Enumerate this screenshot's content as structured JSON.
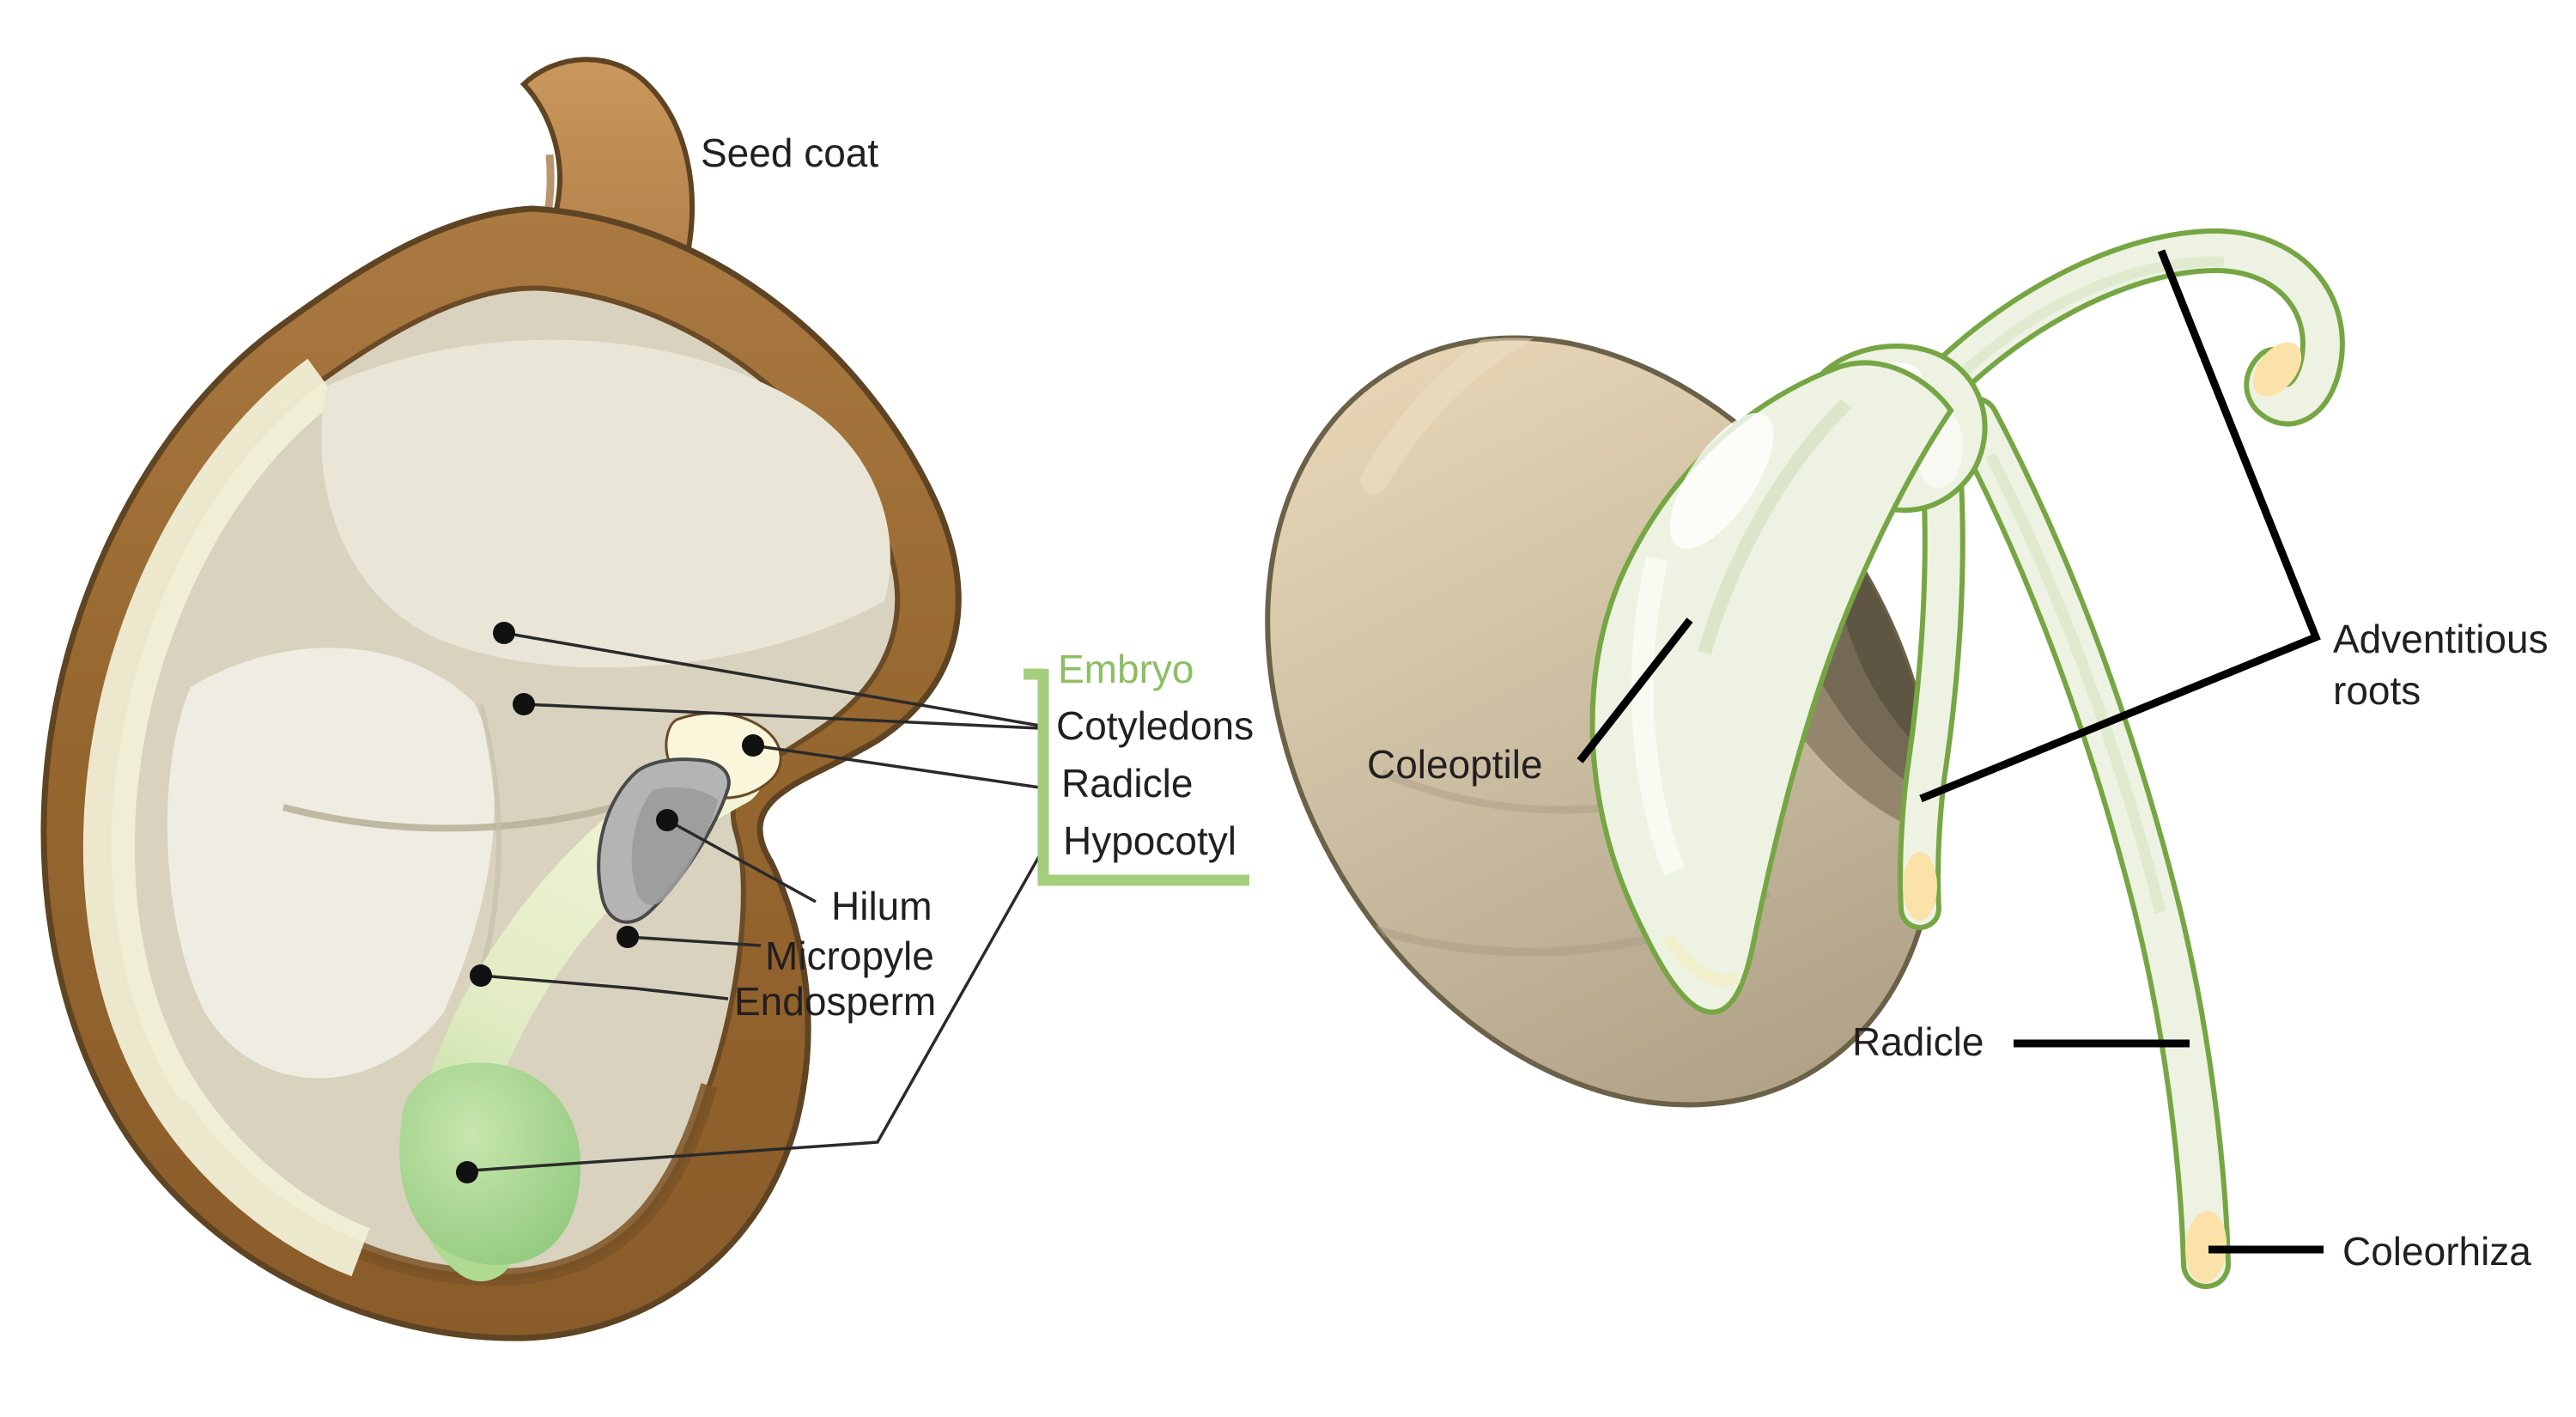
{
  "left_diagram": {
    "seed_coat_label": "Seed coat",
    "embryo_label": "Embryo",
    "cotyledons_label": "Cotyledons",
    "radicle_label": "Radicle",
    "hypocotyl_label": "Hypocotyl",
    "hilum_label": "Hilum",
    "micropyle_label": "Micropyle",
    "endosperm_label": "Endosperm"
  },
  "right_diagram": {
    "coleoptile_label": "Coleoptile",
    "adventitious_roots_label_line1": "Adventitious",
    "adventitious_roots_label_line2": "roots",
    "radicle_label": "Radicle",
    "coleorhiza_label": "Coleorhiza"
  },
  "colors": {
    "background": "#ffffff",
    "label_text": "#231f20",
    "embryo_label_green": "#8cbe63",
    "embryo_bracket_green": "#a3ce7c",
    "leader_line_dark": "#2a2a2a",
    "leader_line_black": "#000000",
    "seed_coat_brown": "#96672f",
    "seed_coat_outline": "#5f4423",
    "seed_flap_light_brown": "#c9965b",
    "cotyledon_beige": "#d8d2be",
    "cotyledon_light": "#e9e6d8",
    "endosperm_pale": "#f1efd6",
    "embryo_axis_green_tip": "#8cc87c",
    "hilum_gray": "#b4b4b4",
    "micropyle_cream": "#faf6dc",
    "grain_seed_tan": "#cbbda2",
    "grain_seed_outline": "#6b6148",
    "seedling_fill": "#edf2e2",
    "seedling_outline": "#76a644",
    "root_tip_yellow": "#fbe2a8"
  }
}
